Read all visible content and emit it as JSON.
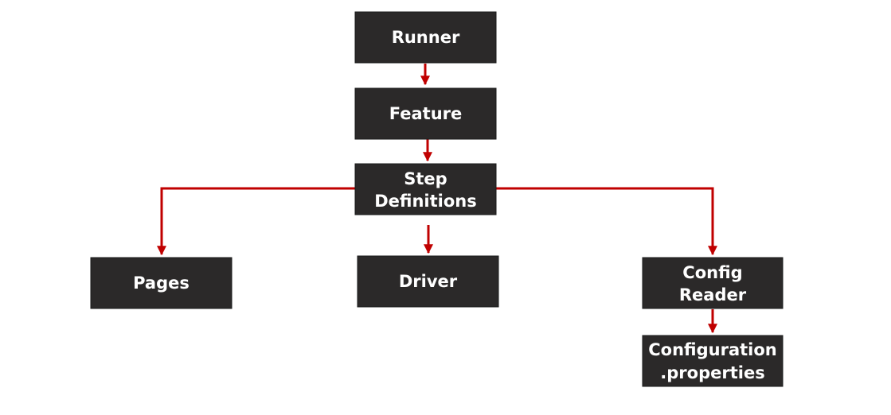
{
  "nodes": {
    "runner": {
      "label": "Runner"
    },
    "feature": {
      "label": "Feature"
    },
    "step_definitions": {
      "label_line1": "Step",
      "label_line2": "Definitions"
    },
    "pages": {
      "label": "Pages"
    },
    "driver": {
      "label": "Driver"
    },
    "config_reader": {
      "label_line1": "Config",
      "label_line2": "Reader"
    },
    "configuration_properties": {
      "label_line1": "Configuration",
      "label_line2": ".properties"
    }
  },
  "colors": {
    "node_fill": "#2b2929",
    "node_text": "#ffffff",
    "arrow": "#c00000",
    "background": "#ffffff"
  }
}
